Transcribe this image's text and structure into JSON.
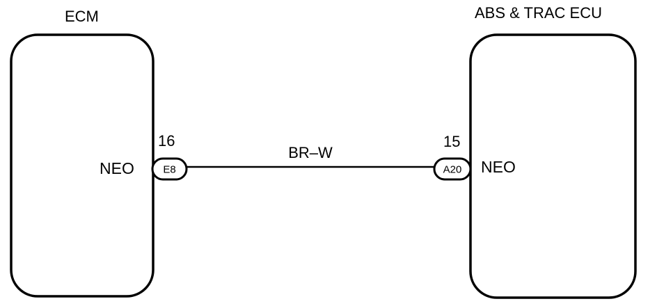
{
  "left_component": {
    "title": "ECM",
    "terminal": "NEO",
    "pin": "16",
    "connector": "E8"
  },
  "right_component": {
    "title": "ABS & TRAC ECU",
    "terminal": "NEO",
    "pin": "15",
    "connector": "A20"
  },
  "wire": {
    "color_code": "BR–W"
  }
}
